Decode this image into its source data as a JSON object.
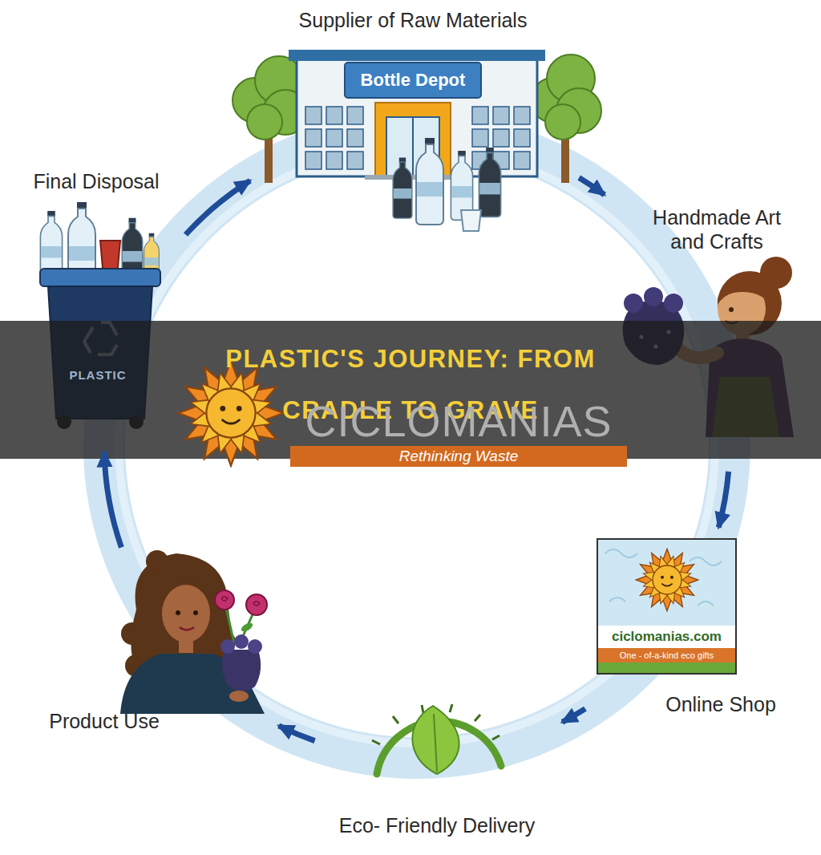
{
  "diagram": {
    "title": "PLASTIC'S JOURNEY: FROM CRADLE TO GRAVE",
    "nodes": [
      {
        "text": [
          "Supplier of Raw Materials"
        ]
      },
      {
        "text": [
          "Handmade Art and Crafts"
        ]
      },
      {
        "text": [
          "Online Shop"
        ]
      },
      {
        "text": [
          "Eco- Friendly Delivery"
        ]
      },
      {
        "text": [
          "Product Use"
        ]
      },
      {
        "text": [
          "Final Disposal"
        ]
      }
    ],
    "edges": [
      {
        "from": 0,
        "to": 1,
        "arrow": "to"
      },
      {
        "from": 1,
        "to": 2,
        "arrow": "to"
      },
      {
        "from": 2,
        "to": 3,
        "arrow": "to"
      },
      {
        "from": 3,
        "to": 4,
        "arrow": "to"
      },
      {
        "from": 4,
        "to": 5,
        "arrow": "to"
      },
      {
        "from": 5,
        "to": 0,
        "arrow": "to"
      }
    ],
    "labels": [
      "Bottle Depot",
      "PLASTIC",
      "ciclomanias.com",
      "One - of-a-kind eco gifts",
      "CICLOMANIAS",
      "Rethinking Waste"
    ]
  }
}
